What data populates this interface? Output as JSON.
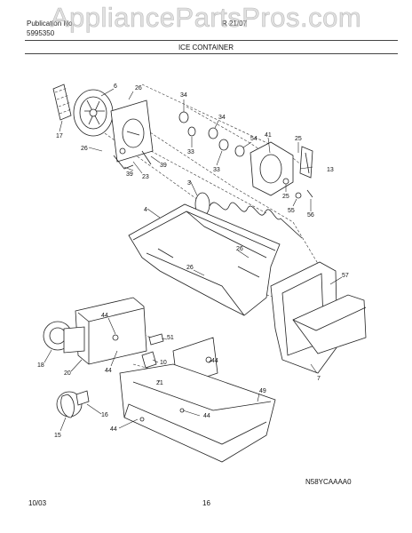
{
  "watermark": "AppliancePartsPros.com",
  "header": {
    "line1_left": "Publication No",
    "line1_right": "R 21/07",
    "line2_left": "5995350"
  },
  "title": "ICE CONTAINER",
  "parts": {
    "p1": "6",
    "p2": "26",
    "p3": "17",
    "p4": "26",
    "p5": "39",
    "p6": "39",
    "p7": "23",
    "p8": "34",
    "p9": "34",
    "p10": "33",
    "p11": "33",
    "p12": "54",
    "p13": "41",
    "p14": "25",
    "p15": "13",
    "p16": "25",
    "p17": "55",
    "p18": "56",
    "p19": "3",
    "p20": "4",
    "p21": "26",
    "p22": "26",
    "p23": "57",
    "p24": "7",
    "p25": "44",
    "p26": "51",
    "p27": "10",
    "p28": "44",
    "p29": "21",
    "p30": "18",
    "p31": "20",
    "p32": "44",
    "p33": "49",
    "p34": "44",
    "p35": "16",
    "p36": "15",
    "p37": "44"
  },
  "drawing_code": "N58YCAAAA0",
  "footer": {
    "date": "10/03",
    "page": "16"
  }
}
